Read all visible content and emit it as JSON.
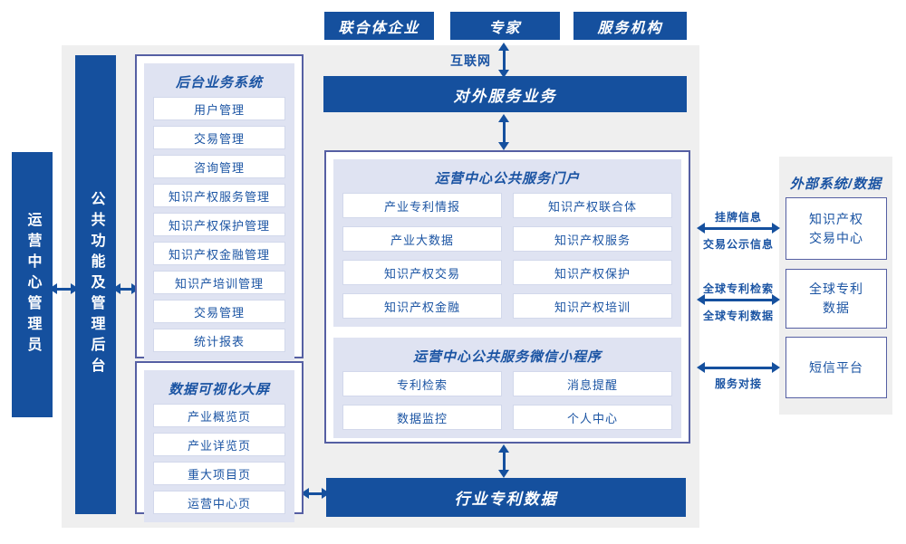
{
  "top_actors": {
    "consortium": "联合体企业",
    "expert": "专家",
    "agency": "服务机构"
  },
  "internet_label": "互联网",
  "external_service_bar": "对外服务业务",
  "industry_data_bar": "行业专利数据",
  "left_bars": {
    "operator": "运营中心管理员",
    "admin": "公共功能及管理后台"
  },
  "backend_system": {
    "title": "后台业务系统",
    "items": [
      "用户管理",
      "交易管理",
      "咨询管理",
      "知识产权服务管理",
      "知识产权保护管理",
      "知识产权金融管理",
      "知识产培训管理",
      "交易管理",
      "统计报表"
    ]
  },
  "dashboard": {
    "title": "数据可视化大屏",
    "items": [
      "产业概览页",
      "产业详览页",
      "重大项目页",
      "运营中心页"
    ]
  },
  "portal": {
    "title": "运营中心公共服务门户",
    "items": [
      "产业专利情报",
      "知识产权联合体",
      "产业大数据",
      "知识产权服务",
      "知识产权交易",
      "知识产权保护",
      "知识产权金融",
      "知识产权培训"
    ]
  },
  "miniprogram": {
    "title": "运营中心公共服务微信小程序",
    "items": [
      "专利检索",
      "消息提醒",
      "数据监控",
      "个人中心"
    ]
  },
  "external_panel": {
    "title": "外部系统/数据",
    "boxes": [
      "知识产权交易中心",
      "全球专利数据",
      "短信平台"
    ]
  },
  "right_links": [
    {
      "top": "挂牌信息",
      "bottom": "交易公示信息"
    },
    {
      "top": "全球专利检索",
      "bottom": "全球专利数据"
    },
    {
      "bottom": "服务对接"
    }
  ],
  "colors": {
    "primary_blue": "#15509e",
    "lavender_panel": "#dfe3f2",
    "box_border_navy": "#555fa3",
    "background_gray": "#efefef",
    "text_blue": "#1b54a3"
  }
}
